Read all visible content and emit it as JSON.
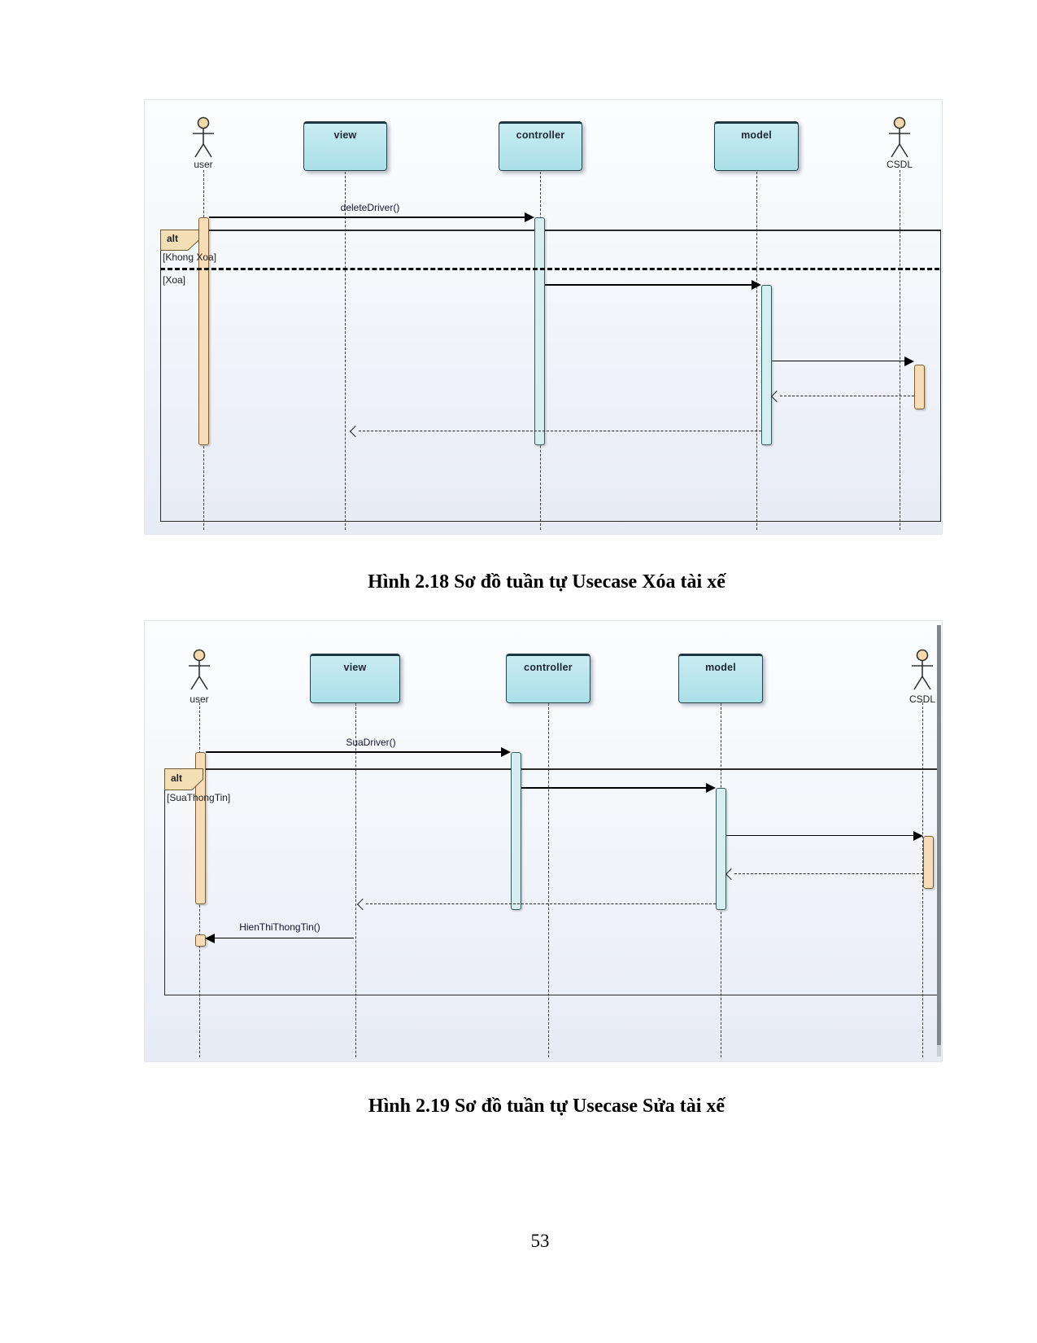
{
  "page": {
    "number": "53"
  },
  "figures": [
    {
      "id": "2.18",
      "caption": "Hình 2.18 Sơ đồ tuần tự Usecase Xóa tài xế",
      "diagram_type": "uml-sequence",
      "participants": [
        {
          "label": "user",
          "kind": "actor"
        },
        {
          "label": "view",
          "kind": "object"
        },
        {
          "label": "controller",
          "kind": "object"
        },
        {
          "label": "model",
          "kind": "object"
        },
        {
          "label": "CSDL",
          "kind": "actor"
        }
      ],
      "fragment": {
        "operator": "alt",
        "guards": [
          "[Khong Xoa]",
          "[Xoa]"
        ]
      },
      "messages": [
        {
          "label": "deleteDriver()",
          "from": "user",
          "to": "controller",
          "kind": "call"
        },
        {
          "label": "",
          "from": "controller",
          "to": "model",
          "kind": "call"
        },
        {
          "label": "",
          "from": "model",
          "to": "CSDL",
          "kind": "call"
        },
        {
          "label": "",
          "from": "CSDL",
          "to": "model",
          "kind": "return"
        },
        {
          "label": "",
          "from": "model",
          "to": "view",
          "kind": "return"
        }
      ]
    },
    {
      "id": "2.19",
      "caption": "Hình 2.19 Sơ đồ tuần tự Usecase Sửa tài xế",
      "diagram_type": "uml-sequence",
      "participants": [
        {
          "label": "user",
          "kind": "actor"
        },
        {
          "label": "view",
          "kind": "object"
        },
        {
          "label": "controller",
          "kind": "object"
        },
        {
          "label": "model",
          "kind": "object"
        },
        {
          "label": "CSDL",
          "kind": "actor"
        }
      ],
      "fragment": {
        "operator": "alt",
        "guards": [
          "[SuaThongTin]"
        ]
      },
      "messages": [
        {
          "label": "SuaDriver()",
          "from": "user",
          "to": "controller",
          "kind": "call"
        },
        {
          "label": "",
          "from": "controller",
          "to": "model",
          "kind": "call"
        },
        {
          "label": "",
          "from": "model",
          "to": "CSDL",
          "kind": "call"
        },
        {
          "label": "",
          "from": "CSDL",
          "to": "model",
          "kind": "return"
        },
        {
          "label": "",
          "from": "model",
          "to": "view",
          "kind": "return"
        },
        {
          "label": "HienThiThongTin()",
          "from": "view",
          "to": "user",
          "kind": "call"
        }
      ]
    }
  ],
  "colors": {
    "object_fill": "#b9e3ea",
    "activation_actor": "#f7ddb7",
    "activation_object": "#d6eef0",
    "fragment_tab": "#f2dfb6",
    "canvas_top": "#fcfdff",
    "canvas_bottom": "#e7ebf4",
    "scroll_bar": "#85858d"
  }
}
